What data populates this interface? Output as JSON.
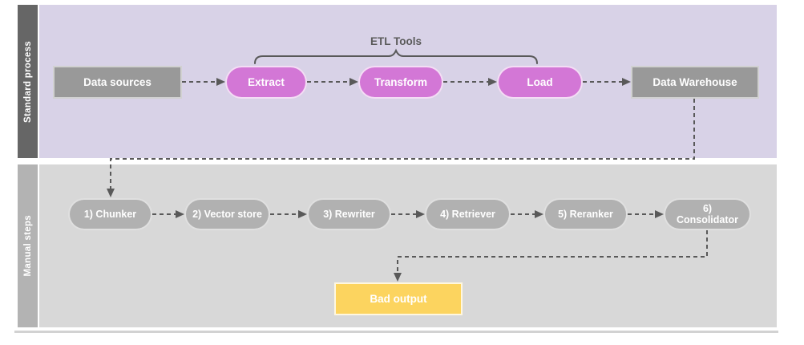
{
  "diagram": {
    "lanes": {
      "standard": {
        "label": "Standard process"
      },
      "manual": {
        "label": "Manual steps"
      }
    },
    "standard_nodes": {
      "data_sources": "Data sources",
      "extract": "Extract",
      "transform": "Transform",
      "load": "Load",
      "data_warehouse": "Data Warehouse"
    },
    "annotations": {
      "etl_tools": "ETL Tools"
    },
    "manual_nodes": {
      "chunker": "1) Chunker",
      "vector_store": "2) Vector store",
      "rewriter": "3) Rewriter",
      "retriever": "4) Retriever",
      "reranker": "5) Reranker",
      "consolidator": "6) Consolidator",
      "bad_output": "Bad output"
    },
    "colors": {
      "lane_standard_bg": "#d8d2e7",
      "lane_standard_label_bg": "#666666",
      "lane_manual_bg": "#d8d8d8",
      "lane_manual_label_bg": "#b3b3b3",
      "etl_pill_fill": "#d377d6",
      "gray_box_fill": "#999999",
      "manual_pill_fill": "#b1b1b1",
      "bad_output_fill": "#fcd45f",
      "connector_stroke": "#595959",
      "node_text": "#ffffff"
    }
  }
}
